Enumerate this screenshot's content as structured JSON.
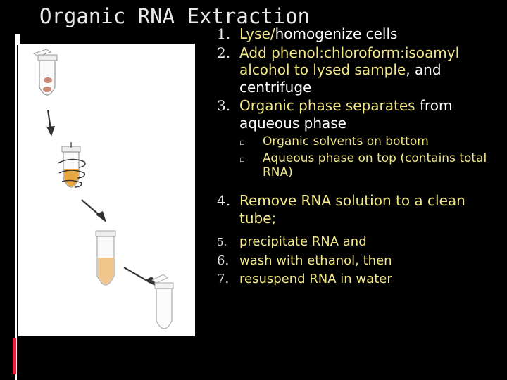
{
  "slide": {
    "title": "Organic RNA Extraction",
    "steps": [
      {
        "number": "1.",
        "highlight": "Lyse/",
        "rest": "homogenize cells"
      },
      {
        "number": "2.",
        "highlight": "Add phenol:chloroform:isoamyl alcohol to lysed sample",
        "rest": ", and centrifuge"
      },
      {
        "number": "3.",
        "highlight": "Organic phase separates",
        "rest": " from aqueous phase"
      },
      {
        "number": "4.",
        "highlight": "Remove RNA solution to a clean tube;",
        "rest": ""
      },
      {
        "number": "5.",
        "highlight": "precipitate RNA and",
        "rest": ""
      },
      {
        "number": "6.",
        "highlight": "wash with ethanol, then",
        "rest": ""
      },
      {
        "number": "7.",
        "highlight": "resuspend RNA in water",
        "rest": ""
      }
    ],
    "sub_bullets": [
      {
        "marker": "▫",
        "text": " Organic solvents on bottom"
      },
      {
        "marker": "▫",
        "text": "Aqueous phase on top (contains total RNA)"
      }
    ]
  },
  "colors": {
    "background": "#000000",
    "highlight": "#f2e88a",
    "accent": "#e0283a",
    "tube_fill": "#e8a640"
  }
}
